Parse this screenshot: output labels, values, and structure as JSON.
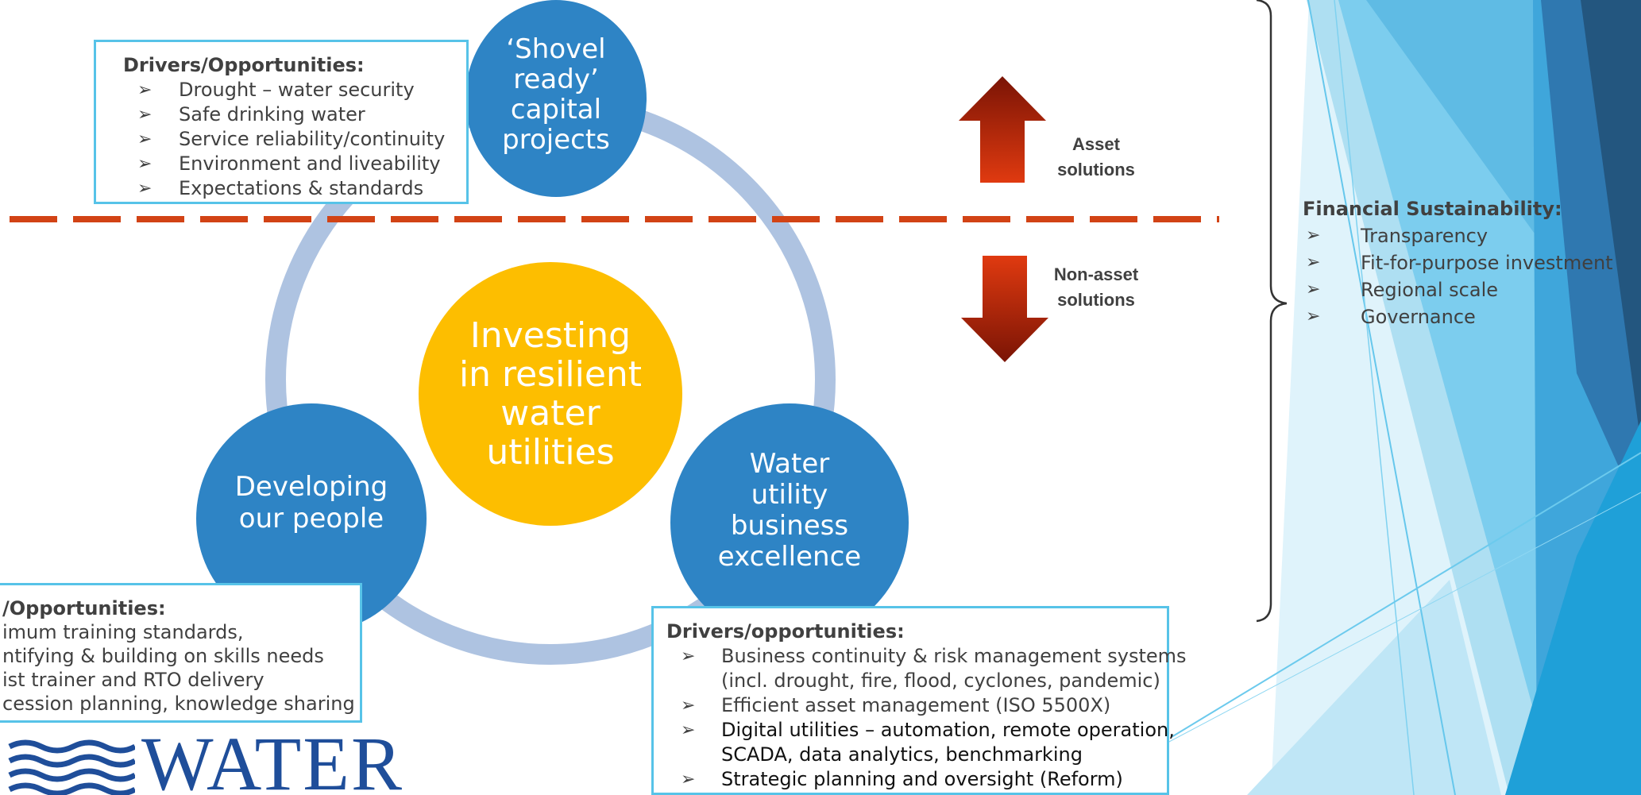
{
  "center_circle": {
    "label": "Investing\nin resilient\nwater\nutilities"
  },
  "top_circle": {
    "label": "‘Shovel\nready’\ncapital\nprojects"
  },
  "left_circle": {
    "label": "Developing\nour people"
  },
  "right_circle": {
    "label": "Water\nutility\nbusiness\nexcellence"
  },
  "arrows": {
    "up_label": "Asset\nsolutions",
    "down_label": "Non-asset\nsolutions"
  },
  "top_box": {
    "heading": "Drivers/Opportunities:",
    "items": [
      "Drought – water security",
      "Safe drinking water",
      "Service reliability/continuity",
      "Environment and liveability",
      "Expectations & standards"
    ]
  },
  "left_box": {
    "heading": "/Opportunities:",
    "items": [
      "imum training standards,",
      "ntifying & building on skills needs",
      "ist trainer and RTO delivery",
      "cession planning, knowledge sharing"
    ]
  },
  "right_box": {
    "heading": "Drivers/opportunities:",
    "items": [
      {
        "line1": "Business continuity & risk management systems",
        "line2": "(incl. drought, fire, flood, cyclones, pandemic)"
      },
      {
        "line1": "Efficient asset management (ISO 5500X)",
        "line2": ""
      },
      {
        "line1": "Digital utilities – automation, remote operation,",
        "line2": "SCADA, data analytics, benchmarking"
      },
      {
        "line1": "Strategic planning and oversight (Reform)",
        "line2": ""
      }
    ]
  },
  "financial": {
    "heading": "Financial Sustainability:",
    "items": [
      "Transparency",
      "Fit-for-purpose investment",
      "Regional scale",
      "Governance"
    ]
  },
  "logo": {
    "text": "WATER"
  },
  "colors": {
    "circle_blue": "#2e84c5",
    "center_yellow": "#fdbe00",
    "ring": "#aec3e1",
    "dashed_line": "#d24315",
    "arrow_red": "#cc2a0a",
    "box_border": "#57c3e8",
    "logo_blue": "#1f4e9a"
  }
}
